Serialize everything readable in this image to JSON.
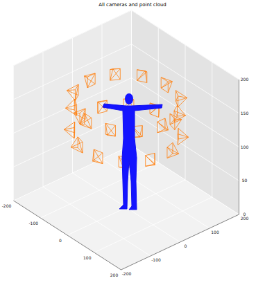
{
  "diagram": {
    "title": "All cameras and point cloud",
    "labels": [
      "-200",
      "-100",
      "0",
      "100",
      "200",
      "-200",
      "-100",
      "0",
      "100",
      "200",
      "0",
      "50",
      "100",
      "150",
      "200"
    ]
  }
}
